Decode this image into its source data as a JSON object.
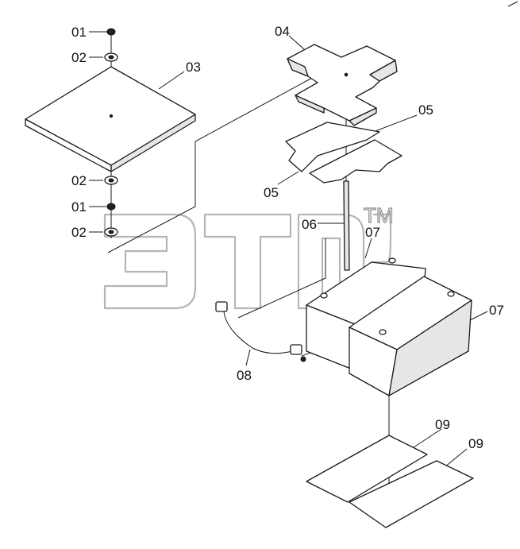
{
  "callouts": {
    "c01_top": "01",
    "c02_top": "02",
    "c03": "03",
    "c02_mid": "02",
    "c01_bot": "01",
    "c02_bot": "02",
    "c04": "04",
    "c05_right": "05",
    "c05_left": "05",
    "c06": "06",
    "c07_top": "07",
    "c07_right": "07",
    "c08": "08",
    "c09_left": "09",
    "c09_right": "09"
  },
  "watermark": {
    "tm": "TM"
  }
}
